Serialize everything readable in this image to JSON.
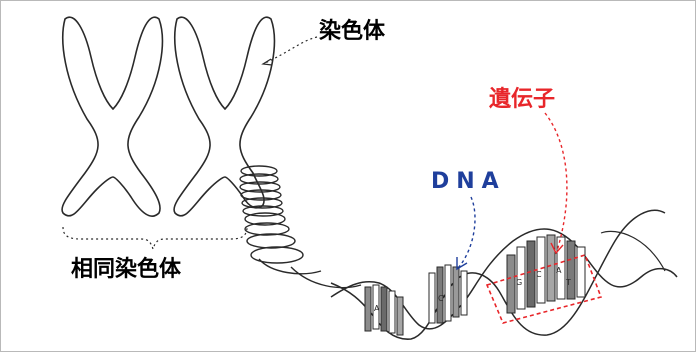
{
  "labels": {
    "chromosome": "染色体",
    "homologous_chromosomes": "相同染色体",
    "gene": "遺伝子",
    "dna": "DNA"
  },
  "colors": {
    "gene": "#e8262a",
    "dna": "#1f3f9c",
    "outline": "#2a2a2a"
  }
}
